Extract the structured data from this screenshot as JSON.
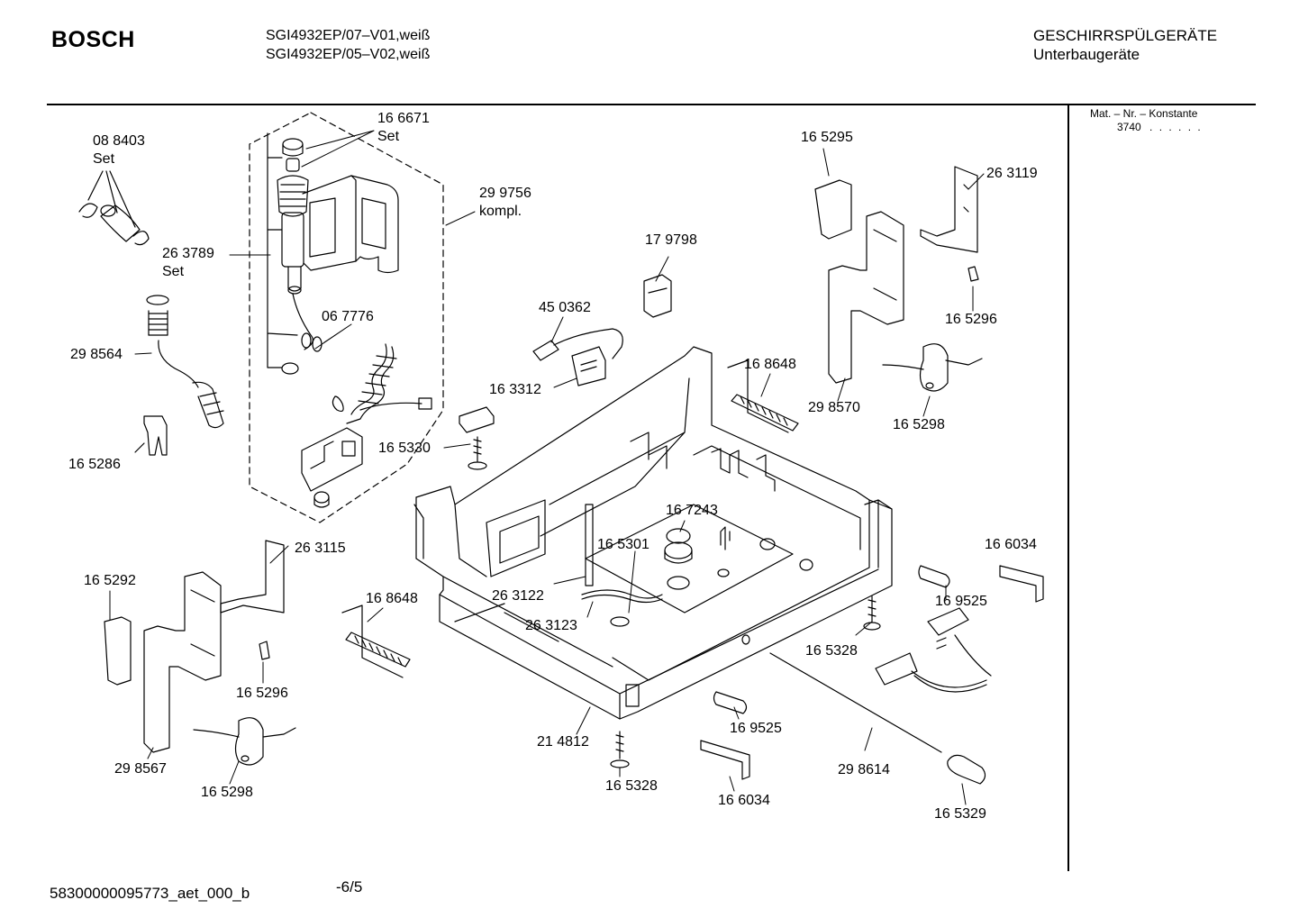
{
  "header": {
    "brand": "BOSCH",
    "models": [
      "SGI4932EP/07–V01,weiß",
      "SGI4932EP/05–V02,weiß"
    ],
    "category": "GESCHIRRSPÜLGERÄTE",
    "subcategory": "Unterbaugeräte"
  },
  "side_panel": {
    "title": "Mat. – Nr. – Konstante",
    "constant": "3740",
    "dots": ". . . . . ."
  },
  "parts": {
    "p088403": {
      "number": "08 8403",
      "note": "Set"
    },
    "p166671": {
      "number": "16 6671",
      "note": "Set"
    },
    "p299756": {
      "number": "29 9756",
      "note": "kompl."
    },
    "p263789": {
      "number": "26 3789",
      "note": "Set"
    },
    "p067776": {
      "number": "06 7776"
    },
    "p298564": {
      "number": "29 8564"
    },
    "p165286": {
      "number": "16 5286"
    },
    "p179798": {
      "number": "17 9798"
    },
    "p450362": {
      "number": "45 0362"
    },
    "p163312": {
      "number": "16 3312"
    },
    "p165330": {
      "number": "16 5330"
    },
    "p165295": {
      "number": "16 5295"
    },
    "p263119": {
      "number": "26 3119"
    },
    "p165296a": {
      "number": "16 5296"
    },
    "p168648a": {
      "number": "16 8648"
    },
    "p298570": {
      "number": "29 8570"
    },
    "p165298a": {
      "number": "16 5298"
    },
    "p167243": {
      "number": "16 7243"
    },
    "p165301": {
      "number": "16 5301"
    },
    "p263115": {
      "number": "26 3115"
    },
    "p165292": {
      "number": "16 5292"
    },
    "p168648b": {
      "number": "16 8648"
    },
    "p263122": {
      "number": "26 3122"
    },
    "p263123": {
      "number": "26 3123"
    },
    "p165296b": {
      "number": "16 5296"
    },
    "p298567": {
      "number": "29 8567"
    },
    "p165298b": {
      "number": "16 5298"
    },
    "p166034a": {
      "number": "16 6034"
    },
    "p169525a": {
      "number": "16 9525"
    },
    "p165328a": {
      "number": "16 5328"
    },
    "p214812": {
      "number": "21 4812"
    },
    "p165328b": {
      "number": "16 5328"
    },
    "p169525b": {
      "number": "16 9525"
    },
    "p166034b": {
      "number": "16 6034"
    },
    "p298614": {
      "number": "29 8614"
    },
    "p165329": {
      "number": "16 5329"
    }
  },
  "footer": {
    "doc_id": "58300000095773_aet_000_b",
    "page": "-6/5"
  }
}
